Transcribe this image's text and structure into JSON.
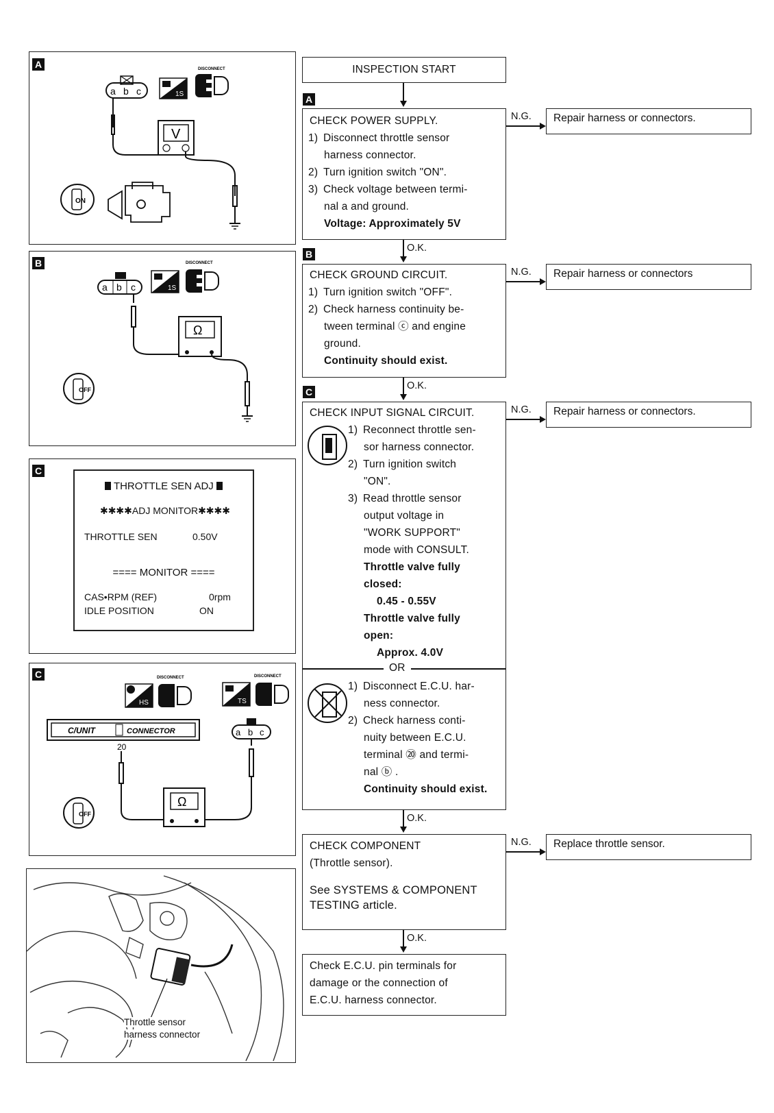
{
  "tags": {
    "a": "A",
    "b": "B",
    "c": "C"
  },
  "flow": {
    "start": "INSPECTION START",
    "ng": "N.G.",
    "ok": "O.K.",
    "or": "OR",
    "box_a": {
      "title": "CHECK POWER SUPPLY.",
      "s1n": "1)",
      "s1": "Disconnect throttle sensor",
      "s1b": "harness connector.",
      "s2n": "2)",
      "s2": "Turn ignition switch \"ON\".",
      "s3n": "3)",
      "s3": "Check voltage between termi-",
      "s3b": "nal  a  and ground.",
      "spec": "Voltage: Approximately 5V",
      "repair": "Repair harness or connectors."
    },
    "box_b": {
      "title": "CHECK GROUND CIRCUIT.",
      "s1n": "1)",
      "s1": "Turn ignition switch \"OFF\".",
      "s2n": "2)",
      "s2": "Check harness continuity be-",
      "s2b": "tween terminal  ⓒ  and engine",
      "s2c": "ground.",
      "spec": "Continuity should exist.",
      "repair": "Repair harness or connectors"
    },
    "box_c": {
      "title": "CHECK INPUT SIGNAL CIRCUIT.",
      "s1n": "1)",
      "s1": "Reconnect throttle sen-",
      "s1b": "sor harness connector.",
      "s2n": "2)",
      "s2": "Turn ignition switch",
      "s2b": "\"ON\".",
      "s3n": "3)",
      "s3": "Read throttle sensor",
      "s3b": "output voltage in",
      "s3c": "\"WORK SUPPORT\"",
      "s3d": "mode with CONSULT.",
      "spec1": "Throttle valve fully",
      "spec1b": "closed:",
      "spec1v": "0.45 - 0.55V",
      "spec2": "Throttle valve fully",
      "spec2b": "open:",
      "spec2v": "Approx. 4.0V",
      "alt1n": "1)",
      "alt1": "Disconnect E.C.U. har-",
      "alt1b": "ness connector.",
      "alt2n": "2)",
      "alt2": "Check harness conti-",
      "alt2b": "nuity between E.C.U.",
      "alt2c": "terminal  ⑳  and termi-",
      "alt2d": "nal  ⓑ .",
      "altspec": "Continuity should exist.",
      "repair": "Repair harness or connectors."
    },
    "box_d": {
      "title": "CHECK COMPONENT",
      "sub": "(Throttle sensor).",
      "see1": "See SYSTEMS & COMPONENT",
      "see2": "TESTING article.",
      "repair": "Replace throttle sensor."
    },
    "box_e": {
      "l1": "Check E.C.U. pin terminals for",
      "l2": "damage or the connection of",
      "l3": "E.C.U. harness connector."
    }
  },
  "figures": {
    "connector_terms": [
      "a",
      "b",
      "c"
    ],
    "disconnect": "DISCONNECT",
    "volt": "V",
    "ohm": "Ω",
    "on": "ON",
    "off": "OFF",
    "ts": "TS",
    "hs": "HS",
    "cunit": "C/UNIT",
    "connector": "CONNECTOR",
    "pin20": "20",
    "screen": {
      "title": "THROTTLE SEN ADJ",
      "adj": "✱✱✱✱ADJ MONITOR✱✱✱✱",
      "row1k": "THROTTLE SEN",
      "row1v": "0.50V",
      "monitor": "==== MONITOR ====",
      "row2k": "CAS•RPM (REF)",
      "row2v": "0rpm",
      "row3k": "IDLE POSITION",
      "row3v": "ON"
    },
    "photo_label1": "Throttle sensor",
    "photo_label2": "harness connector"
  }
}
